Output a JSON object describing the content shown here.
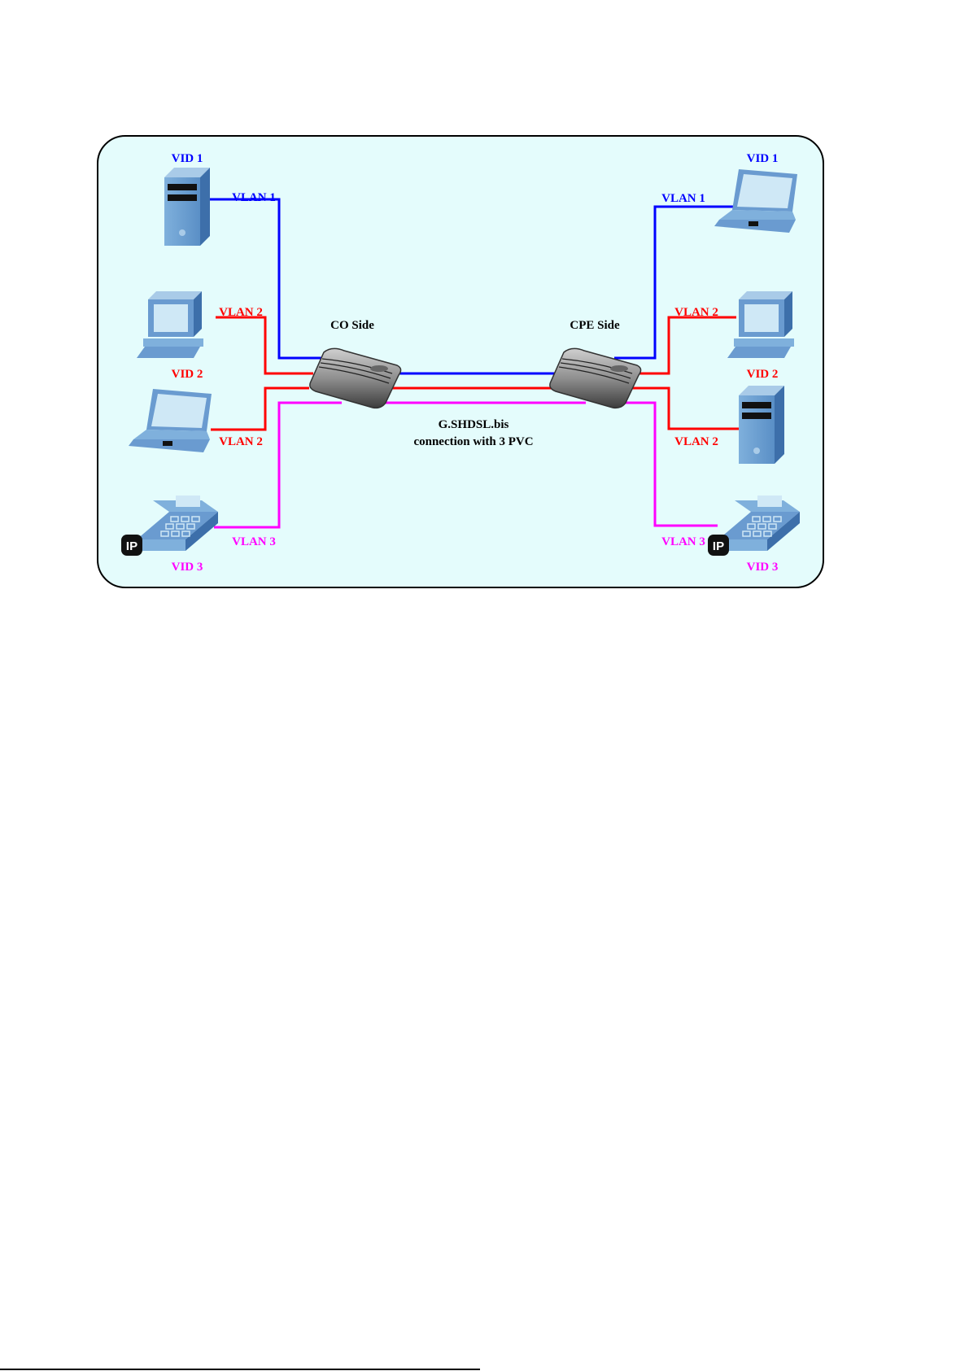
{
  "diagram": {
    "title": "VLAN over G.SHDSL.bis with 3 PVC",
    "colors": {
      "vlan1": "#0000ff",
      "vlan2": "#ff0000",
      "vlan3": "#ff00ff",
      "frame_fill": "#e4fcfc",
      "frame_stroke": "#000000",
      "device_fill": "#6a9bd0",
      "modem_fill": "#8a8a8a"
    },
    "co_side": {
      "label": "CO Side",
      "devices": [
        {
          "type": "server",
          "vid_label": "VID 1",
          "vlan_label": "VLAN 1"
        },
        {
          "type": "desktop",
          "vid_label": "VID 2",
          "vlan_label": "VLAN 2"
        },
        {
          "type": "laptop",
          "vlan_label": "VLAN 2"
        },
        {
          "type": "ip-phone",
          "vid_label": "VID 3",
          "vlan_label": "VLAN 3",
          "badge": "IP"
        }
      ]
    },
    "cpe_side": {
      "label": "CPE Side",
      "devices": [
        {
          "type": "laptop",
          "vid_label": "VID 1",
          "vlan_label": "VLAN 1"
        },
        {
          "type": "desktop",
          "vid_label": "VID 2",
          "vlan_label": "VLAN 2"
        },
        {
          "type": "server",
          "vlan_label": "VLAN 2"
        },
        {
          "type": "ip-phone",
          "vid_label": "VID 3",
          "vlan_label": "VLAN 3",
          "badge": "IP"
        }
      ]
    },
    "link": {
      "line1": "G.SHDSL.bis",
      "line2": "connection with 3 PVC"
    }
  }
}
